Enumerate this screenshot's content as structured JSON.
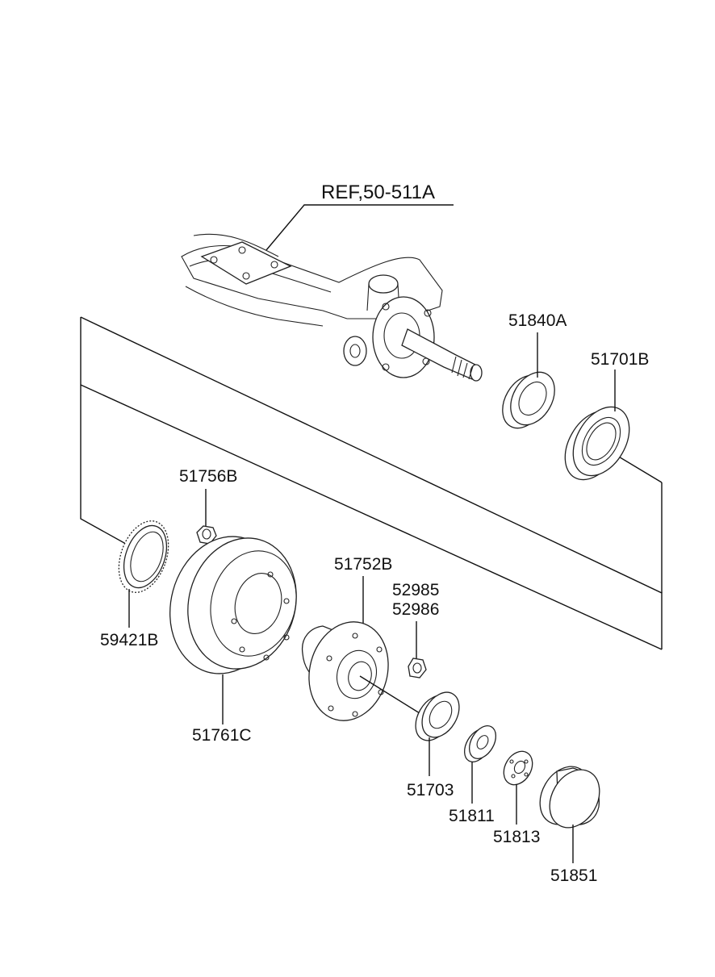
{
  "diagram": {
    "reference": "REF,50-511A",
    "parts": [
      {
        "id": "axle",
        "label": "REF,50-511A"
      },
      {
        "id": "seal",
        "label": "51840A"
      },
      {
        "id": "bearing_outer",
        "label": "51701B"
      },
      {
        "id": "nut",
        "label": "51756B"
      },
      {
        "id": "tone_ring",
        "label": "59421B"
      },
      {
        "id": "drum",
        "label": "51761C"
      },
      {
        "id": "hub",
        "label": "51752B"
      },
      {
        "id": "hub_nut_a",
        "label": "52985"
      },
      {
        "id": "hub_nut_b",
        "label": "52986"
      },
      {
        "id": "bearing_inner",
        "label": "51703"
      },
      {
        "id": "washer",
        "label": "51811"
      },
      {
        "id": "lock_washer",
        "label": "51813"
      },
      {
        "id": "hub_cap",
        "label": "51851"
      }
    ]
  }
}
